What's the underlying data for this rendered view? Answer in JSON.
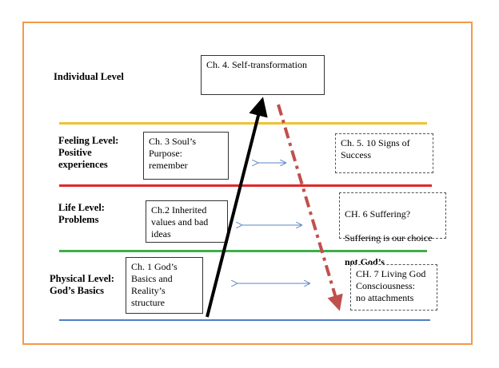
{
  "levels": {
    "individual": "Individual Level",
    "feeling": "Feeling Level:\nPositive\nexperiences",
    "life": "Life Level:\nProblems",
    "physical": "Physical Level:\nGod’s Basics"
  },
  "chapters": {
    "ch4": "Ch. 4. Self-transformation",
    "ch3": "Ch. 3 Soul’s\nPurpose:\nremember",
    "ch2": "Ch.2 Inherited\nvalues and bad\nideas",
    "ch1": "Ch. 1 God’s\nBasics and\nReality’s\nstructure",
    "ch5": "Ch. 5. 10 Signs of\nSuccess",
    "ch6_line1": "CH. 6 Suffering?",
    "ch6_line2": "Suffering is our choice",
    "ch6_bold": "not God’s",
    "ch7": "CH. 7 Living God\nConsciousness:\nno attachments"
  },
  "colors": {
    "frame": "#f29a4a",
    "line_feeling": "#f2c230",
    "line_life": "#e0282a",
    "line_physical": "#3fae49",
    "line_base": "#4f7fc1",
    "double_arrow": "#5b86c4",
    "up_arrow": "#000000",
    "down_arrow": "#c0504d"
  }
}
